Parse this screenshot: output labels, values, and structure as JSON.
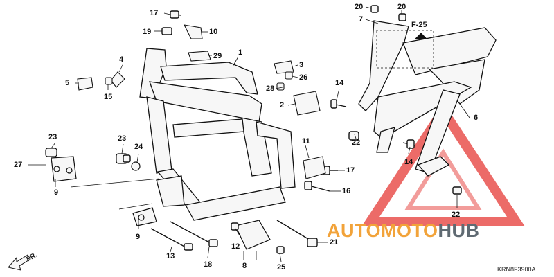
{
  "diagram": {
    "reference_tag": "F-25",
    "diagram_code": "KRN8F3900A",
    "front_marker": "FR.",
    "part_numbers": [
      "1",
      "2",
      "3",
      "4",
      "5",
      "6",
      "7",
      "8",
      "9",
      "9",
      "10",
      "11",
      "12",
      "13",
      "14",
      "14",
      "15",
      "16",
      "17",
      "17",
      "18",
      "19",
      "20",
      "20",
      "21",
      "22",
      "22",
      "23",
      "23",
      "24",
      "25",
      "26",
      "27",
      "28",
      "29"
    ]
  },
  "watermark": {
    "part1": "AUTOMOTO",
    "part2": "HUB",
    "color_primary": "#f2a33a",
    "color_secondary": "#5f6a72",
    "triangle_color": "#e53935"
  },
  "colors": {
    "line": "#111111",
    "highlight_fill": "#f5f5f5"
  }
}
